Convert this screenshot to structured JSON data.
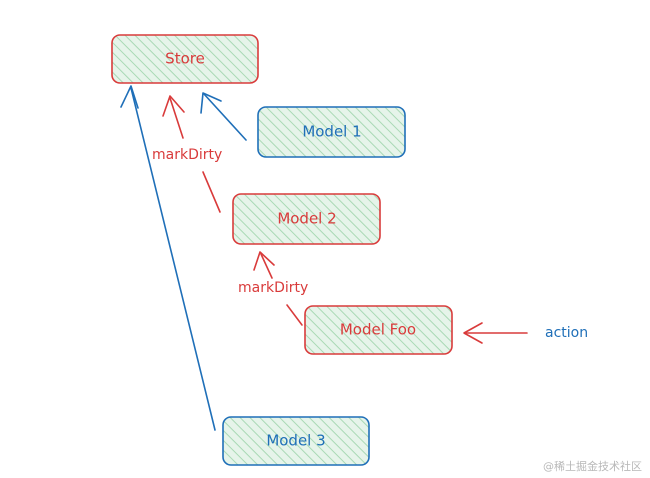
{
  "colors": {
    "red": "#d93b3b",
    "blue": "#1f6fb8",
    "fill": "#e6f4ea",
    "hatch": "#a9d9b5"
  },
  "nodes": {
    "store": {
      "label": "Store",
      "color": "red"
    },
    "model1": {
      "label": "Model 1",
      "color": "blue"
    },
    "model2": {
      "label": "Model 2",
      "color": "red"
    },
    "model_foo": {
      "label": "Model Foo",
      "color": "red"
    },
    "model3": {
      "label": "Model 3",
      "color": "blue"
    }
  },
  "edges": {
    "mark_dirty_1": {
      "label": "markDirty"
    },
    "mark_dirty_2": {
      "label": "markDirty"
    },
    "action": {
      "label": "action"
    }
  },
  "watermark": "@稀土掘金技术社区"
}
